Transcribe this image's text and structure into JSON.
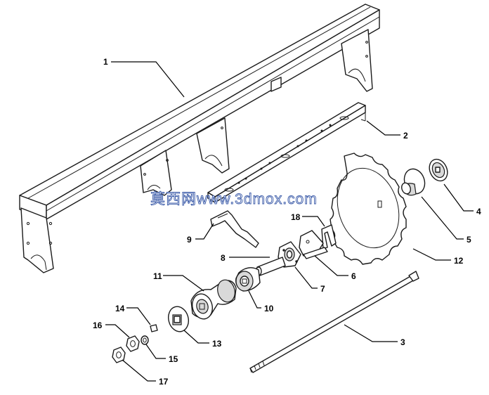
{
  "watermark": "莫西网www.3dmox.com",
  "callouts": [
    "1",
    "2",
    "3",
    "4",
    "5",
    "6",
    "7",
    "8",
    "9",
    "10",
    "11",
    "12",
    "13",
    "14",
    "15",
    "16",
    "17",
    "18"
  ],
  "colors": {
    "line": "#1a1a1a",
    "shade": "#d9d9d9",
    "watermark": "#3a5aa8"
  }
}
